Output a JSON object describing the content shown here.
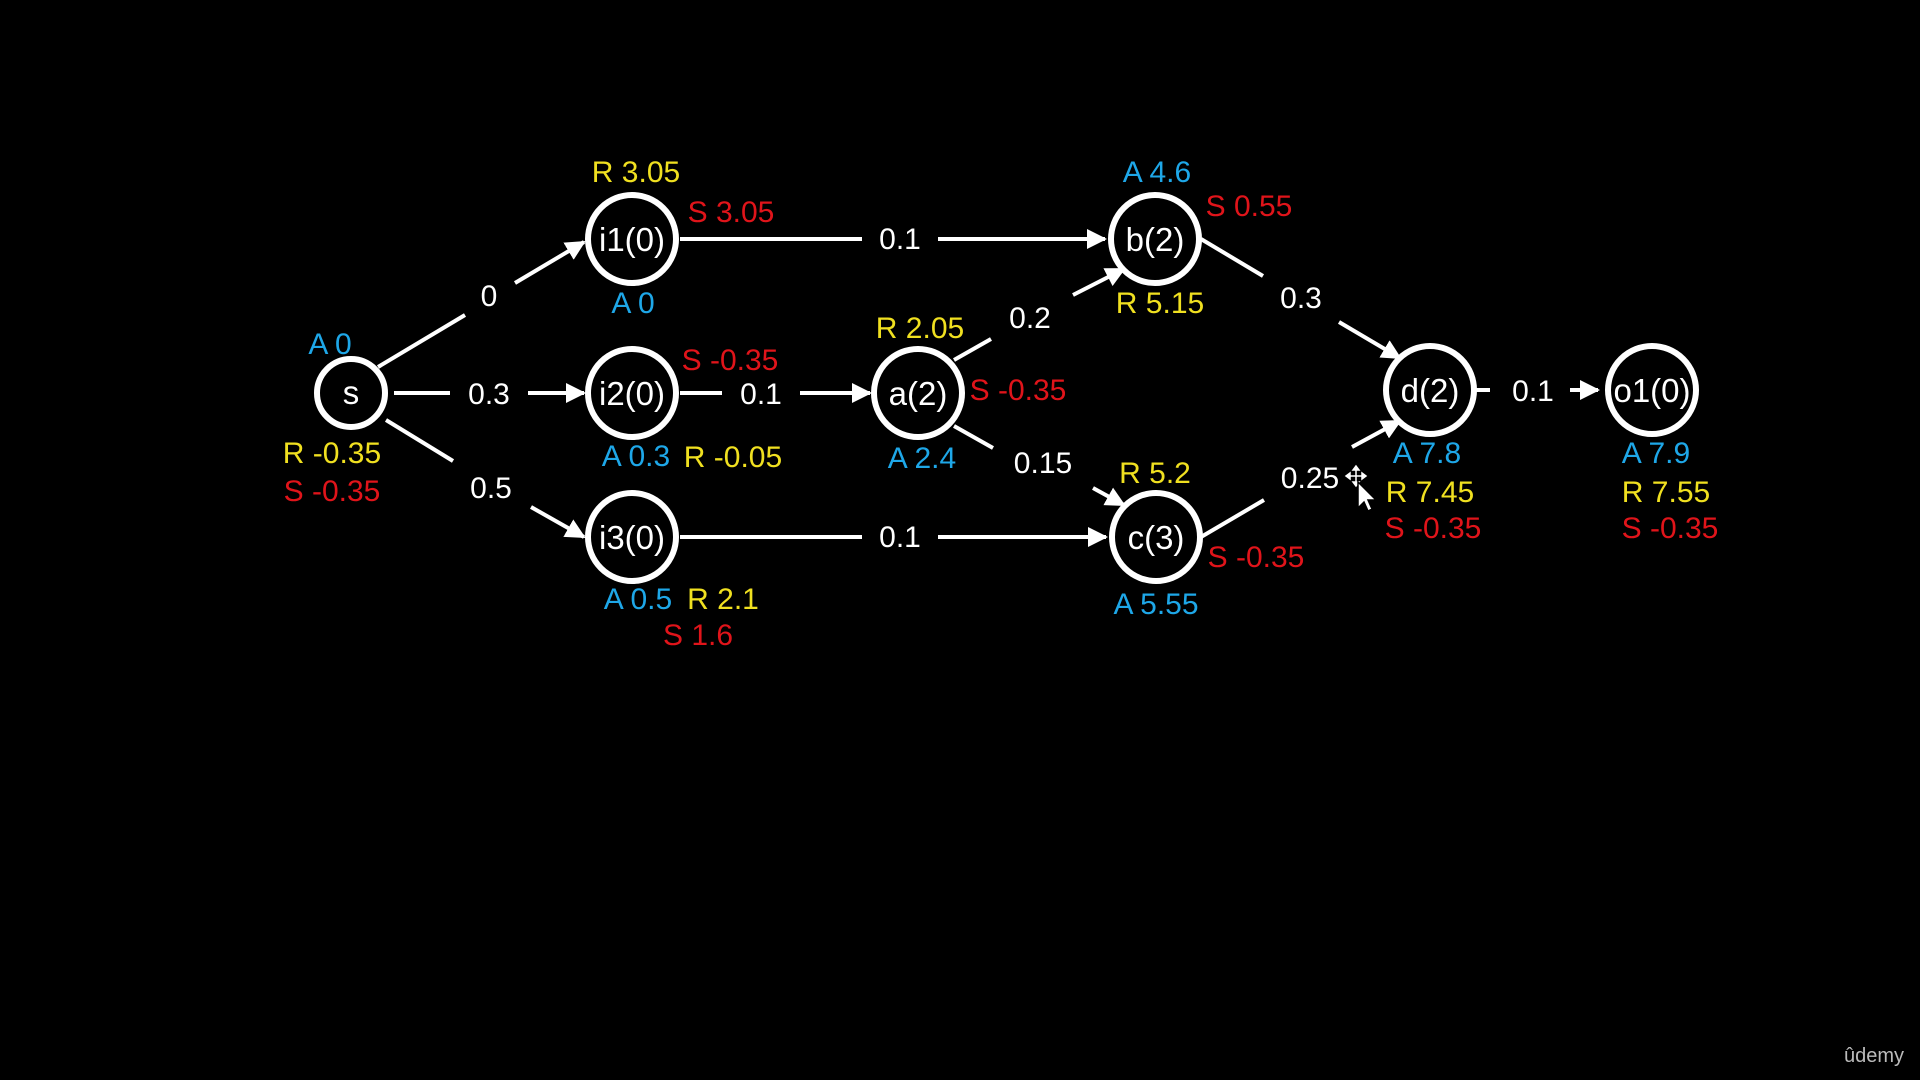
{
  "colors": {
    "background": "#000000",
    "line": "#ffffff",
    "A": "#1ea7e8",
    "R": "#f0e020",
    "S": "#e0141a"
  },
  "nodes": {
    "s": {
      "label": "s"
    },
    "i1": {
      "label": "i1(0)"
    },
    "i2": {
      "label": "i2(0)"
    },
    "i3": {
      "label": "i3(0)"
    },
    "a": {
      "label": "a(2)"
    },
    "b": {
      "label": "b(2)"
    },
    "c": {
      "label": "c(3)"
    },
    "d": {
      "label": "d(2)"
    },
    "o1": {
      "label": "o1(0)"
    }
  },
  "edges": {
    "s_i1": "0",
    "s_i2": "0.3",
    "s_i3": "0.5",
    "i1_b": "0.1",
    "i2_a": "0.1",
    "i3_c": "0.1",
    "a_b": "0.2",
    "a_c": "0.15",
    "b_d": "0.3",
    "c_d": "0.25",
    "d_o1": "0.1"
  },
  "annotations": {
    "s": {
      "A": "A 0",
      "R": "R -0.35",
      "S": "S -0.35"
    },
    "i1": {
      "R": "R 3.05",
      "S": "S 3.05",
      "A": "A 0"
    },
    "i2": {
      "S": "S -0.35",
      "A": "A 0.3",
      "R": "R -0.05"
    },
    "i3": {
      "A": "A 0.5",
      "R": "R 2.1",
      "S": "S 1.6"
    },
    "a": {
      "R": "R 2.05",
      "S": "S -0.35",
      "A": "A 2.4"
    },
    "b": {
      "A": "A 4.6",
      "S": "S 0.55",
      "R": "R 5.15"
    },
    "c": {
      "R": "R 5.2",
      "S": "S -0.35",
      "A": "A 5.55"
    },
    "d": {
      "A": "A 7.8",
      "R": "R 7.45",
      "S": "S -0.35"
    },
    "o1": {
      "A": "A 7.9",
      "R": "R 7.55",
      "S": "S -0.35"
    }
  },
  "watermark": "ûdemy",
  "icons": {
    "cursor": "move-cursor-icon"
  }
}
